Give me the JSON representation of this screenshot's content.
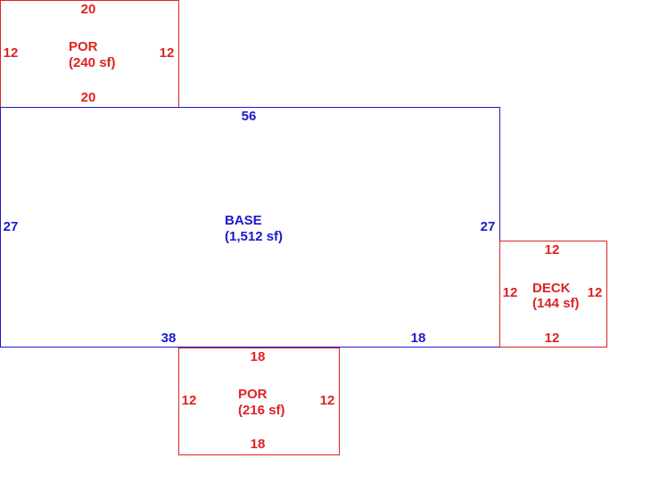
{
  "colors": {
    "base": "#1a1acc",
    "addition": "#dd2222",
    "background": "#ffffff"
  },
  "areas": {
    "por_top": {
      "name": "POR",
      "area": "(240 sf)",
      "top": "20",
      "bottom": "20",
      "left": "12",
      "right": "12"
    },
    "base": {
      "name": "BASE",
      "area": "(1,512 sf)",
      "top": "56",
      "left": "27",
      "right": "27",
      "bottom_left": "38",
      "bottom_right": "18"
    },
    "deck": {
      "name": "DECK",
      "area": "(144 sf)",
      "top": "12",
      "bottom": "12",
      "left": "12",
      "right": "12"
    },
    "por_bottom": {
      "name": "POR",
      "area": "(216 sf)",
      "top": "18",
      "bottom": "18",
      "left": "12",
      "right": "12"
    }
  }
}
